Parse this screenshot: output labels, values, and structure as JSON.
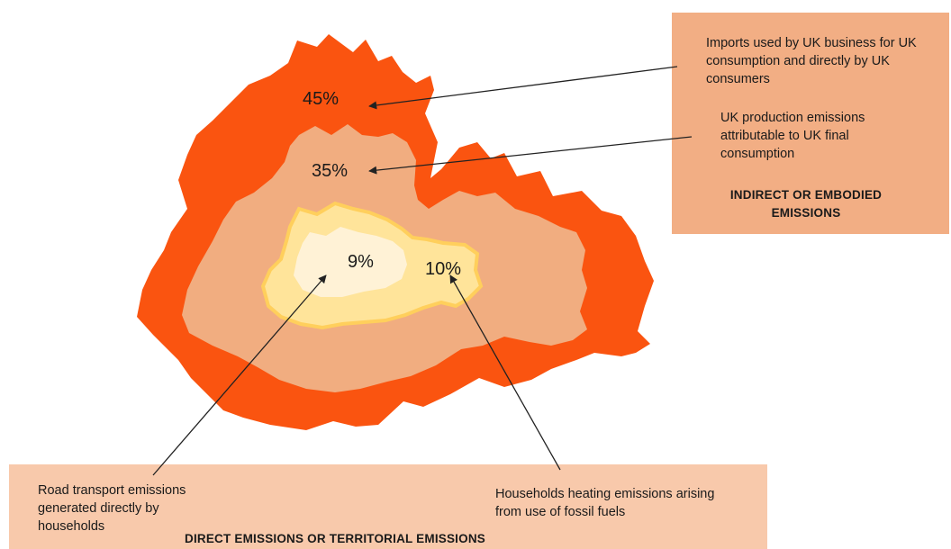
{
  "colors": {
    "outer_region": "#fa5410",
    "middle_region": "#f1ad80",
    "inner_region": "#ffe49a",
    "inner_stroke": "#ffcf5c",
    "core_region": "#fff2d6",
    "callout_box": "#f2ae84",
    "bottom_band": "#f8c9ab",
    "arrow": "#222222"
  },
  "regions": {
    "imports": {
      "percent": "45%"
    },
    "uk_production": {
      "percent": "35%"
    },
    "road_transport": {
      "percent": "9%"
    },
    "household_heating": {
      "percent": "10%"
    }
  },
  "callouts": {
    "imports_lines": [
      "Imports used by UK business for UK",
      "consumption and directly by UK",
      "consumers"
    ],
    "uk_production_lines": [
      "UK production emissions",
      "attributable to UK final",
      "consumption"
    ],
    "indirect_heading_lines": [
      "INDIRECT OR EMBODIED",
      "EMISSIONS"
    ],
    "road_transport_lines": [
      "Road transport emissions",
      "generated directly by",
      "households"
    ],
    "household_heating_lines": [
      "Households heating emissions arising",
      "from use of fossil fuels"
    ],
    "direct_heading": "DIRECT EMISSIONS OR TERRITORIAL EMISSIONS"
  }
}
